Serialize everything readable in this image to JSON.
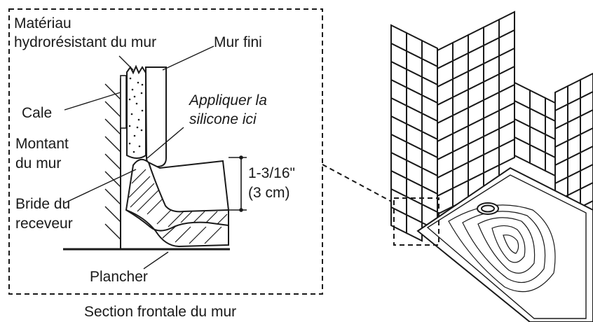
{
  "labels": {
    "material_line1": "Matériau",
    "material_line2": "hydrorésistant du mur",
    "finished_wall": "Mur fini",
    "apply_line1": "Appliquer la",
    "apply_line2": "silicone ici",
    "shim": "Cale",
    "stud_line1": "Montant",
    "stud_line2": "du mur",
    "flange_line1": "Bride du",
    "flange_line2": "receveur",
    "dim_imperial": "1-3/16\"",
    "dim_metric": "(3 cm)",
    "floor": "Plancher",
    "caption": "Section frontale du mur"
  },
  "colors": {
    "line": "#1a1a1a",
    "tile_fill": "#ffffff",
    "background": "#ffffff"
  }
}
